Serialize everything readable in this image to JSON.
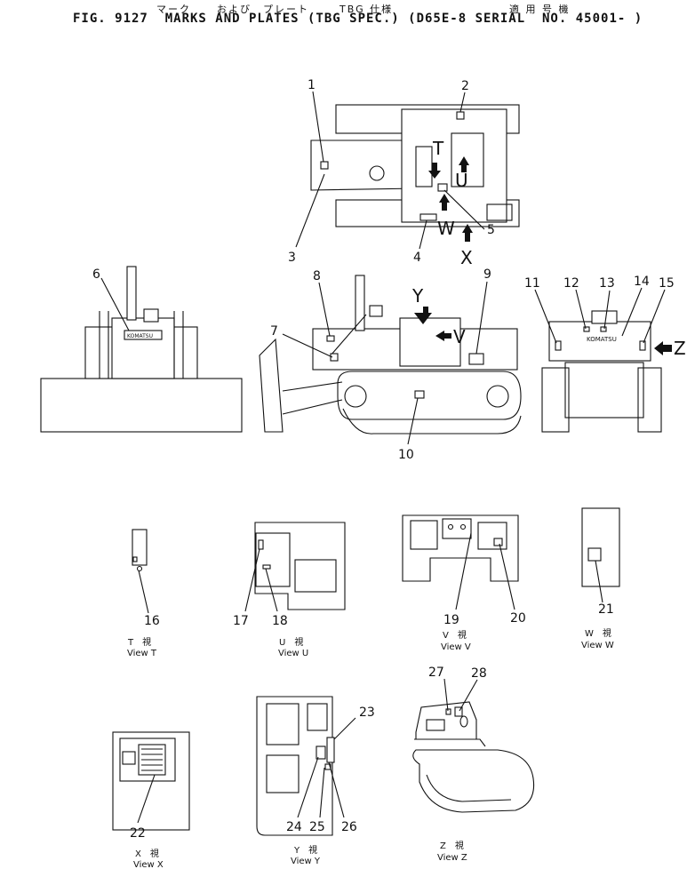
{
  "header": {
    "jp_marks": "マーク",
    "jp_and_plates": "および　プレート",
    "jp_spec": "TBG 仕様",
    "jp_applicable": "適 用 号 機",
    "title": "FIG. 9127  MARKS AND PLATES (TBG SPEC.) (D65E-8 SERIAL  NO. 45001- )"
  },
  "callouts": [
    "1",
    "2",
    "3",
    "4",
    "5",
    "6",
    "7",
    "8",
    "9",
    "10",
    "11",
    "12",
    "13",
    "14",
    "15",
    "16",
    "17",
    "18",
    "19",
    "20",
    "21",
    "22",
    "23",
    "24",
    "25",
    "26",
    "27",
    "28"
  ],
  "view_letters": {
    "T": "T",
    "U": "U",
    "W": "W",
    "X": "X",
    "Y": "Y",
    "V": "V",
    "Z": "Z"
  },
  "brand_text": "KOMATSU",
  "views": {
    "T": {
      "jp": "T　視",
      "en": "View  T"
    },
    "U": {
      "jp": "U　視",
      "en": "View  U"
    },
    "V": {
      "jp": "V　視",
      "en": "View  V"
    },
    "W": {
      "jp": "W　視",
      "en": "View  W"
    },
    "X": {
      "jp": "X　視",
      "en": "View  X"
    },
    "Y": {
      "jp": "Y　視",
      "en": "View  Y"
    },
    "Z": {
      "jp": "Z　視",
      "en": "View  Z"
    }
  }
}
